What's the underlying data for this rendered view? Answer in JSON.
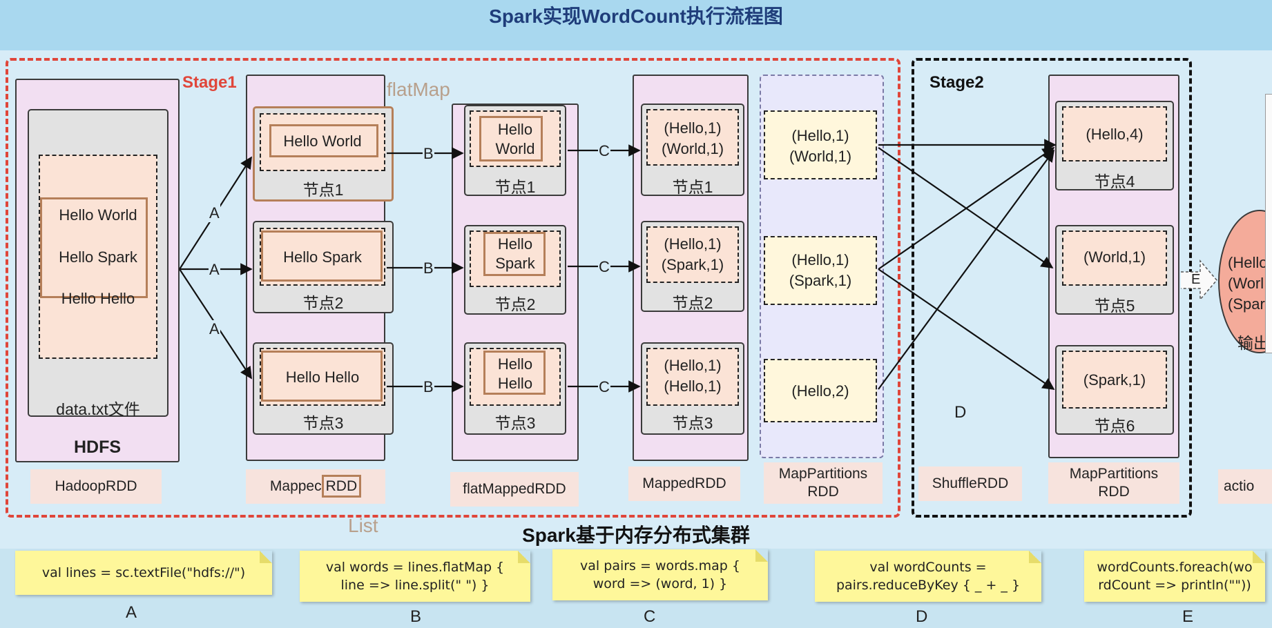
{
  "title": "Spark实现WordCount执行流程图",
  "cluster_label": "Spark基于内存分布式集群",
  "stages": {
    "stage1": "Stage1",
    "stage2": "Stage2"
  },
  "ghost_labels": {
    "top": "flatMap",
    "bottom": "List"
  },
  "colors": {
    "stage1_border": "#e0463a",
    "stage2_border": "#111111",
    "brown_border": "#b57f59",
    "note_yellow": "#fef79a"
  },
  "hdfs": {
    "lines": [
      "Hello World",
      "Hello Spark",
      "Hello Hello"
    ],
    "file_label": "data.txt文件",
    "system_label": "HDFS",
    "rdd_label": "HadoopRDD"
  },
  "mapped_rdd": {
    "nodes": [
      {
        "text": "Hello World",
        "label": "节点1"
      },
      {
        "text": "Hello Spark",
        "label": "节点2"
      },
      {
        "text": "Hello Hello",
        "label": "节点3"
      }
    ],
    "rdd_label_a": "Mappec",
    "rdd_label_b": "RDD"
  },
  "flatmapped_rdd": {
    "nodes": [
      {
        "line1": "Hello",
        "line2": "World",
        "label": "节点1"
      },
      {
        "line1": "Hello",
        "line2": "Spark",
        "label": "节点2"
      },
      {
        "line1": "Hello",
        "line2": "Hello",
        "label": "节点3"
      }
    ],
    "rdd_label": "flatMappedRDD"
  },
  "pairs_rdd": {
    "nodes": [
      {
        "line1": "(Hello,1)",
        "line2": "(World,1)",
        "label": "节点1"
      },
      {
        "line1": "(Hello,1)",
        "line2": "(Spark,1)",
        "label": "节点2"
      },
      {
        "line1": "(Hello,1)",
        "line2": "(Hello,1)",
        "label": "节点3"
      }
    ],
    "rdd_label": "MappedRDD"
  },
  "map_partitions_1": {
    "items": [
      {
        "line1": "(Hello,1)",
        "line2": "(World,1)"
      },
      {
        "line1": "(Hello,1)",
        "line2": "(Spark,1)"
      },
      {
        "line1": "(Hello,2)"
      }
    ],
    "rdd_label_l1": "MapPartitions",
    "rdd_label_l2": "RDD"
  },
  "shuffle": {
    "rdd_label": "ShuffleRDD",
    "d_label": "D"
  },
  "map_partitions_2": {
    "nodes": [
      {
        "text": "(Hello,4)",
        "label": "节点4"
      },
      {
        "text": "(World,1)",
        "label": "节点5"
      },
      {
        "text": "(Spark,1)",
        "label": "节点6"
      }
    ],
    "rdd_label_l1": "MapPartitions",
    "rdd_label_l2": "RDD"
  },
  "output": {
    "lines": [
      "(Hello",
      "(Worl",
      "(Spar"
    ],
    "label": "输出",
    "rdd_label": "actio",
    "e_label": "E"
  },
  "edge_labels": {
    "a": "A",
    "b": "B",
    "c": "C"
  },
  "notes": [
    {
      "l1": "val lines = sc.textFile(\"hdfs://\")",
      "l2": "",
      "letter": "A"
    },
    {
      "l1": "val words = lines.flatMap {",
      "l2": "line => line.split(\" \") }",
      "letter": "B"
    },
    {
      "l1": "val pairs = words.map {",
      "l2": "word => (word, 1) }",
      "letter": "C"
    },
    {
      "l1": "val wordCounts =",
      "l2": "pairs.reduceByKey { _ + _ }",
      "letter": "D"
    },
    {
      "l1": "wordCounts.foreach(wo",
      "l2": "rdCount => println(\"\"))",
      "letter": "E"
    }
  ]
}
